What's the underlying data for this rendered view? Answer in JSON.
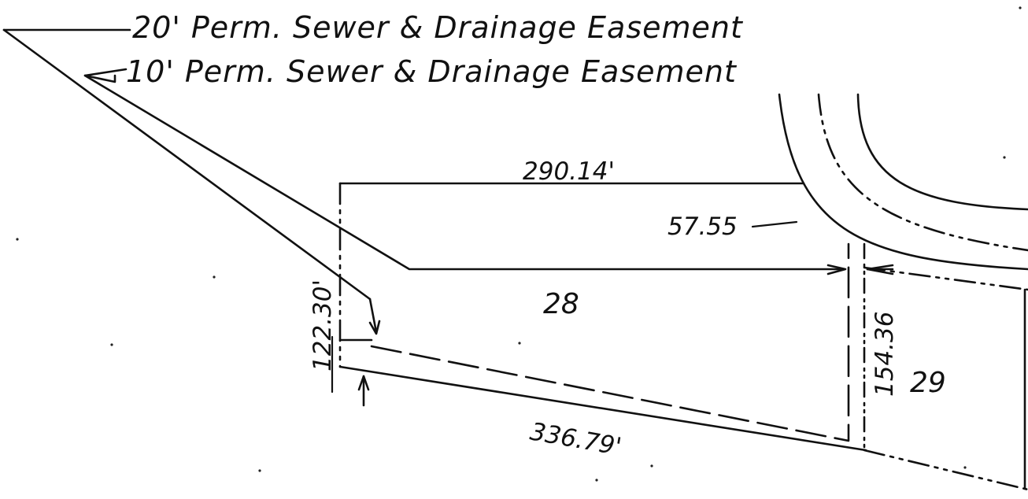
{
  "notes": {
    "easement_20": "20' Perm. Sewer & Drainage Easement",
    "easement_10": "10' Perm. Sewer & Drainage Easement"
  },
  "dimensions": {
    "top": "290.14'",
    "curve": "57.55",
    "left": "122.30'",
    "right": "154.36",
    "bottom": "336.79'"
  },
  "lots": {
    "lot_28": "28",
    "lot_29": "29"
  }
}
